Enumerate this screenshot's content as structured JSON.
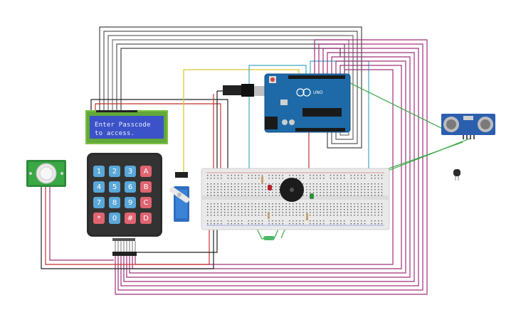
{
  "lcd": {
    "line1": "Enter Passcode",
    "line2": "to access."
  },
  "keypad": {
    "rows": [
      [
        "1",
        "2",
        "3",
        "A"
      ],
      [
        "4",
        "5",
        "6",
        "B"
      ],
      [
        "7",
        "8",
        "9",
        "C"
      ],
      [
        "*",
        "0",
        "#",
        "D"
      ]
    ]
  },
  "arduino": {
    "label": "UNO"
  },
  "colors": {
    "wire_magenta": "#a0307a",
    "wire_black": "#3a3a3a",
    "wire_red": "#c8332b",
    "wire_cyan": "#3fa8c4",
    "wire_green": "#3aa845",
    "wire_yellow": "#d9c32a",
    "keypad_blue": "#5aa8d8",
    "keypad_red": "#e06470",
    "board_blue": "#1e6aa8",
    "lcd_green": "#7bc043",
    "lcd_screen": "#3c52c8"
  }
}
